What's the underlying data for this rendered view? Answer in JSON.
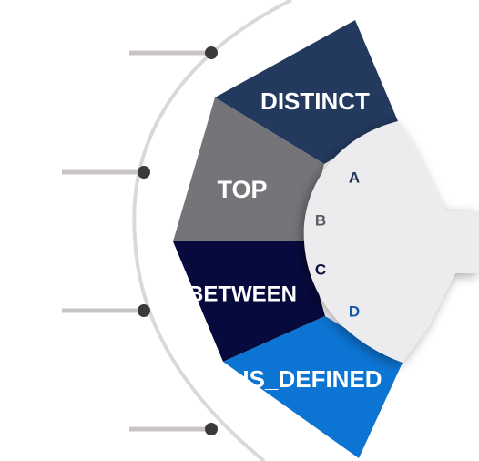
{
  "segments": [
    {
      "label": "DISTINCT",
      "letter": "A",
      "color": "#23395d",
      "letter_color": "#1f2f57"
    },
    {
      "label": "TOP",
      "letter": "B",
      "color": "#757579",
      "letter_color": "#5d5d62"
    },
    {
      "label": "BETWEEN",
      "letter": "C",
      "color": "#070a3d",
      "letter_color": "#0b0e3a"
    },
    {
      "label": "IS_DEFINED",
      "letter": "D",
      "color": "#0c74d2",
      "letter_color": "#0f5aa8"
    }
  ],
  "colors": {
    "hub": "#ececee",
    "outer_ring": "#d9d9db",
    "connector": "#c9c4c4",
    "dot": "#3a3a3a"
  },
  "connectors": 4
}
